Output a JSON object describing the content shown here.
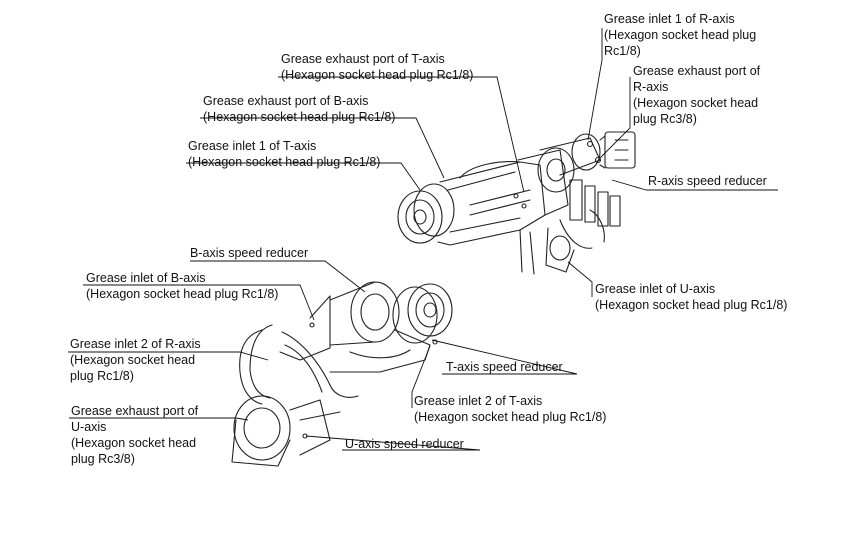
{
  "labels": {
    "t_exhaust": {
      "l1": "Grease exhaust port of T-axis",
      "l2": "(Hexagon socket head plug Rc1/8)"
    },
    "b_exhaust": {
      "l1": "Grease exhaust port of B-axis",
      "l2": "(Hexagon socket head plug Rc1/8)"
    },
    "t_inlet1": {
      "l1": "Grease inlet 1 of T-axis",
      "l2": "(Hexagon socket head plug Rc1/8)"
    },
    "r_inlet1": {
      "l1": "Grease inlet 1 of R-axis",
      "l2": "(Hexagon socket head plug",
      "l3": "Rc1/8)"
    },
    "r_exhaust": {
      "l1": "Grease exhaust port of",
      "l2": "R-axis",
      "l3": "(Hexagon socket head",
      "l4": "plug Rc3/8)"
    },
    "r_reducer": {
      "l1": "R-axis speed reducer"
    },
    "b_reducer": {
      "l1": "B-axis speed reducer"
    },
    "b_inlet": {
      "l1": "Grease inlet of B-axis",
      "l2": "(Hexagon socket head plug Rc1/8)"
    },
    "u_inlet": {
      "l1": "Grease inlet of U-axis",
      "l2": "(Hexagon socket head plug Rc1/8)"
    },
    "r_inlet2": {
      "l1": "Grease inlet 2 of R-axis",
      "l2": "(Hexagon socket head",
      "l3": "plug Rc1/8)"
    },
    "t_reducer": {
      "l1": "T-axis speed reducer"
    },
    "t_inlet2": {
      "l1": "Grease inlet 2 of T-axis",
      "l2": "(Hexagon socket head plug Rc1/8)"
    },
    "u_exhaust": {
      "l1": "Grease exhaust port of",
      "l2": "U-axis",
      "l3": "(Hexagon socket head",
      "l4": "plug Rc3/8)"
    },
    "u_reducer": {
      "l1": "U-axis speed reducer"
    }
  }
}
